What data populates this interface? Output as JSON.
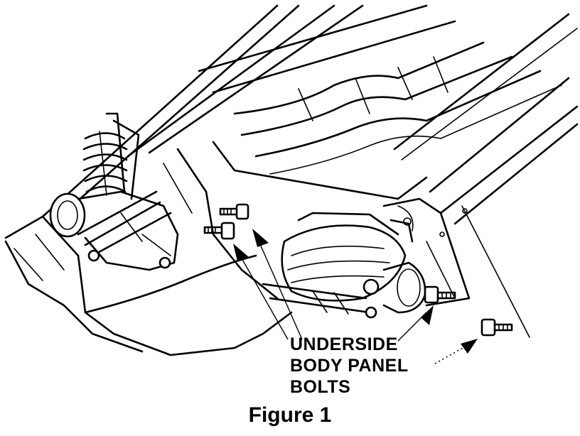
{
  "callout": {
    "lines": [
      "UNDERSIDE",
      "BODY PANEL",
      "BOLTS"
    ]
  },
  "caption": "Figure 1",
  "colors": {
    "line": "#000000",
    "background": "#ffffff"
  }
}
